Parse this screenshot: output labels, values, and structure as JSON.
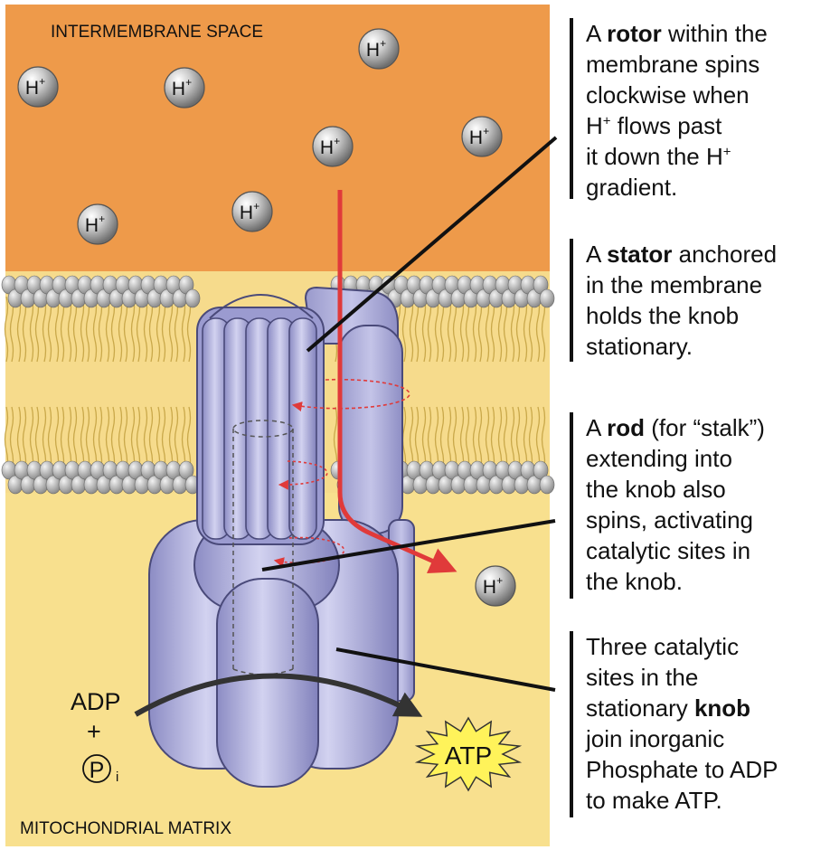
{
  "regions": {
    "intermembrane": "INTERMEMBRANE SPACE",
    "matrix": "MITOCHONDRIAL MATRIX"
  },
  "ion_label": "H",
  "ion_charge": "+",
  "reactants": {
    "adp": "ADP",
    "plus": "+",
    "phosphate": "P",
    "phosphate_sub": "i"
  },
  "product": "ATP",
  "colors": {
    "intermembrane": "#EE9A4A",
    "matrix": "#F8E08E",
    "protein": "#A8A8D8",
    "arrow": "#E03A3A"
  },
  "callouts": {
    "rotor": {
      "line1_pre": "A ",
      "line1_bold": "rotor",
      "line1_post": " within the",
      "line2": "membrane spins",
      "line3": "clockwise when",
      "line4_pre": "H",
      "line4_sup": "+",
      "line4_post": " flows past",
      "line5_pre": " it down the H",
      "line5_sup": "+",
      "line6": "gradient."
    },
    "stator": {
      "line1_pre": "A ",
      "line1_bold": "stator",
      "line1_post": " anchored",
      "line2": "in the membrane",
      "line3": "holds the knob",
      "line4": "stationary."
    },
    "rod": {
      "line1_pre": "A ",
      "line1_bold": "rod",
      "line1_post": " (for “stalk”)",
      "line2": "extending into",
      "line3": "the knob also",
      "line4": "spins, activating",
      "line5": "catalytic sites in",
      "line6": "the knob."
    },
    "knob": {
      "line1": "Three catalytic",
      "line2": "sites in the",
      "line3_pre": "stationary ",
      "line3_bold": "knob",
      "line4": "join inorganic",
      "line5": "Phosphate to ADP",
      "line6": "to make ATP."
    }
  }
}
